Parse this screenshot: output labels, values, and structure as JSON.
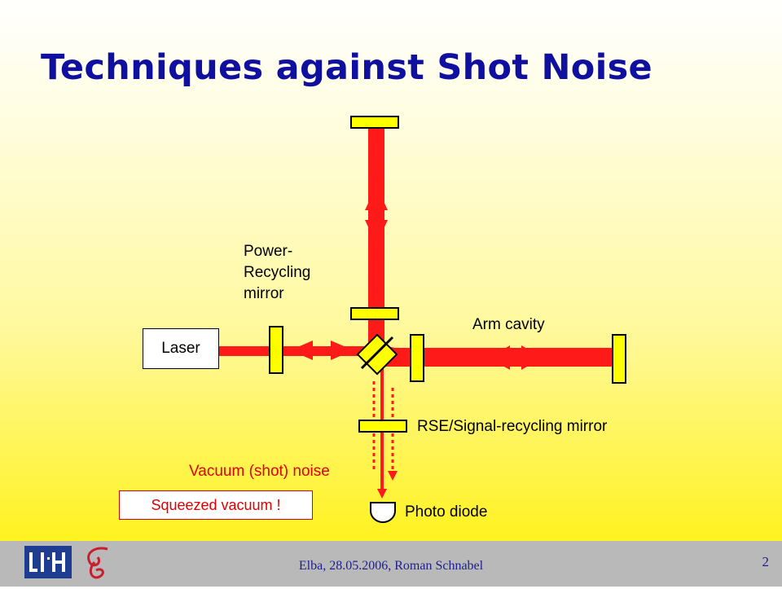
{
  "slide": {
    "title": "Techniques against Shot Noise",
    "page_number": "2"
  },
  "diagram": {
    "laser_label": "Laser",
    "power_recycling_label": [
      "Power-",
      "Recycling",
      "mirror"
    ],
    "arm_cavity_label": "Arm cavity",
    "rse_label": "RSE/Signal-recycling mirror",
    "vacuum_noise_label": "Vacuum (shot) noise",
    "squeezed_label": "Squeezed vacuum !",
    "photo_diode_label": "Photo diode",
    "colors": {
      "beam": "#ff1a1a",
      "mirror_fill": "#ffff00",
      "label_red": "#e00000",
      "title_blue": "#1010a0"
    }
  },
  "footer": {
    "text": "Elba, 28.05.2006, Roman Schnabel",
    "logos": [
      "lih-logo",
      "g-logo"
    ]
  }
}
